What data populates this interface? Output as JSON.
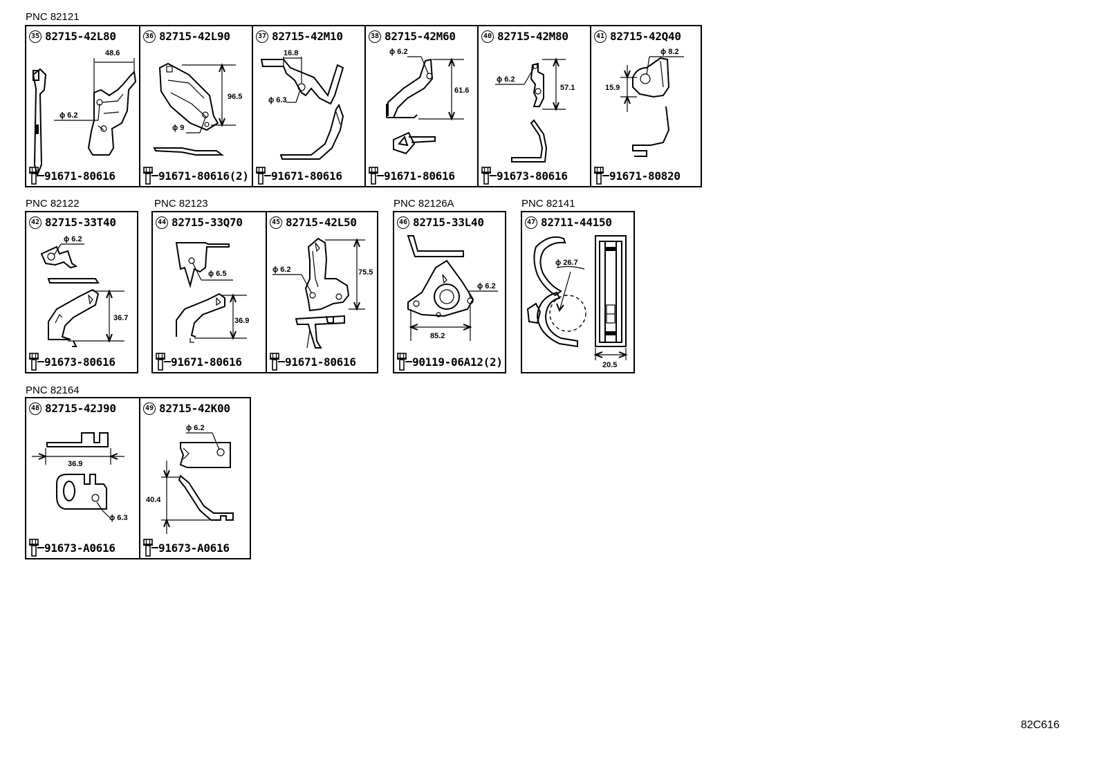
{
  "pnc_labels": {
    "p82121": "PNC 82121",
    "p82122": "PNC 82122",
    "p82123": "PNC 82123",
    "p82126a": "PNC 82126A",
    "p82141": "PNC 82141",
    "p82164": "PNC 82164"
  },
  "cells": {
    "c35": {
      "ref": "35",
      "part": "82715-42L80",
      "bolt": "91671-80616",
      "dims": [
        "48.6",
        "ϕ 6.2"
      ]
    },
    "c36": {
      "ref": "36",
      "part": "82715-42L90",
      "bolt": "91671-80616(2)",
      "dims": [
        "96.5",
        "ϕ 9"
      ]
    },
    "c37": {
      "ref": "37",
      "part": "82715-42M10",
      "bolt": "91671-80616",
      "dims": [
        "16.8",
        "ϕ 6.3"
      ]
    },
    "c38": {
      "ref": "38",
      "part": "82715-42M60",
      "bolt": "91671-80616",
      "dims": [
        "ϕ 6.2",
        "61.6"
      ]
    },
    "c40": {
      "ref": "40",
      "part": "82715-42M80",
      "bolt": "91673-80616",
      "dims": [
        "ϕ 6.2",
        "57.1"
      ]
    },
    "c41": {
      "ref": "41",
      "part": "82715-42Q40",
      "bolt": "91671-80820",
      "dims": [
        "ϕ 8.2",
        "15.9"
      ]
    },
    "c42": {
      "ref": "42",
      "part": "82715-33T40",
      "bolt": "91673-80616",
      "dims": [
        "ϕ 6.2",
        "36.7"
      ]
    },
    "c44": {
      "ref": "44",
      "part": "82715-33Q70",
      "bolt": "91671-80616",
      "dims": [
        "ϕ 6.5",
        "36.9"
      ]
    },
    "c45": {
      "ref": "45",
      "part": "82715-42L50",
      "bolt": "91671-80616",
      "dims": [
        "ϕ 6.2",
        "75.5"
      ]
    },
    "c46": {
      "ref": "46",
      "part": "82715-33L40",
      "bolt": "90119-06A12(2)",
      "dims": [
        "ϕ 6.2",
        "85.2"
      ]
    },
    "c47": {
      "ref": "47",
      "part": "82711-44150",
      "dims": [
        "ϕ 26.7",
        "20.5"
      ]
    },
    "c48": {
      "ref": "48",
      "part": "82715-42J90",
      "bolt": "91673-A0616",
      "dims": [
        "36.9",
        "ϕ 6.3"
      ]
    },
    "c49": {
      "ref": "49",
      "part": "82715-42K00",
      "bolt": "91673-A0616",
      "dims": [
        "ϕ 6.2",
        "40.4"
      ]
    }
  },
  "diagram_code": "82C616"
}
